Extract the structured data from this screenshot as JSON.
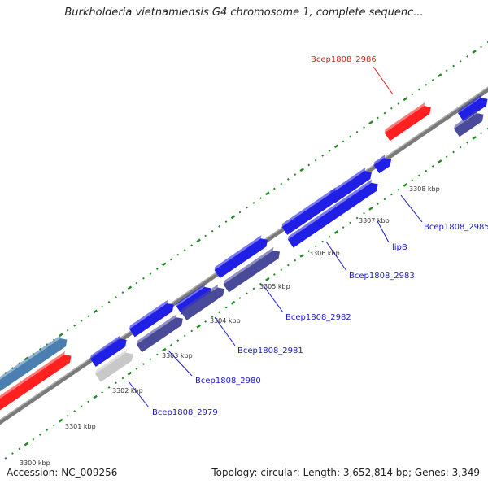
{
  "title": "Burkholderia vietnamiensis G4 chromosome 1, complete sequenc...",
  "footer": {
    "accession": "Accession: NC_009256",
    "topology": "Topology: circular; Length: 3,652,814 bp; Genes: 3,349"
  },
  "colors": {
    "gene_forward": "#1f1fe6",
    "gene_reverse": "#1f1fe6",
    "gene_highlight": "#ff2020",
    "gene_rna": "#4a7fb0",
    "gene_pseudo": "#c8c8c8",
    "gene_other_strand": "#4a4a9a",
    "backbone": "#8a8a8a",
    "tick_green": "#1e8c1e",
    "label_blue": "#1a1ac8",
    "label_red": "#e01818"
  },
  "scale_ticks": [
    "3300 kbp",
    "3301 kbp",
    "3302 kbp",
    "3303 kbp",
    "3304 kbp",
    "3305 kbp",
    "3306 kbp",
    "3307 kbp",
    "3308 kbp"
  ],
  "gene_labels": [
    {
      "text": "Bcep1808_2986",
      "highlight": true
    },
    {
      "text": "Bcep1808_2985",
      "highlight": false
    },
    {
      "text": "lipB",
      "highlight": false
    },
    {
      "text": "Bcep1808_2983",
      "highlight": false
    },
    {
      "text": "Bcep1808_2982",
      "highlight": false
    },
    {
      "text": "Bcep1808_2981",
      "highlight": false
    },
    {
      "text": "Bcep1808_2980",
      "highlight": false
    },
    {
      "text": "Bcep1808_2979",
      "highlight": false
    }
  ]
}
